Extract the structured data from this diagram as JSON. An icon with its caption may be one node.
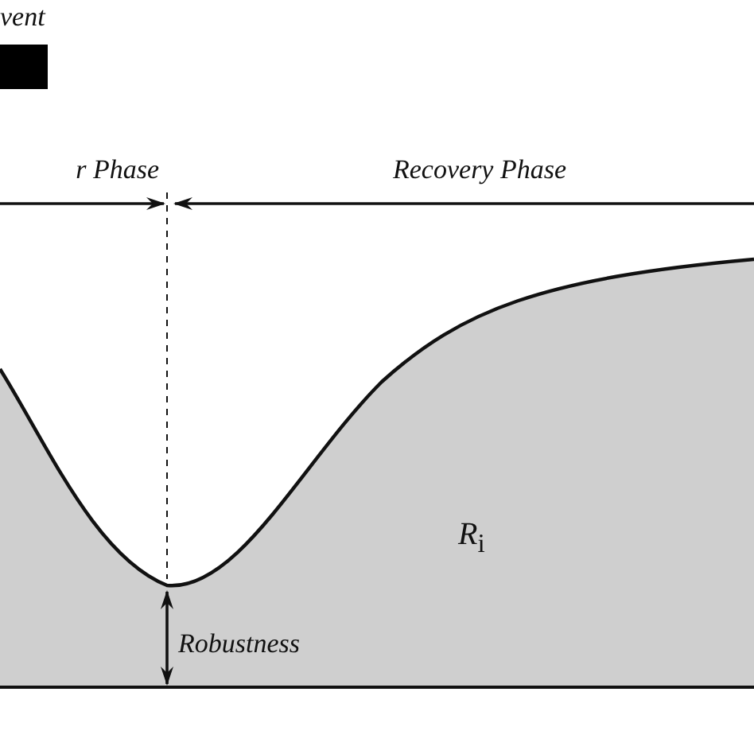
{
  "diagram": {
    "labels": [
      "vent",
      "r Phase",
      "Recovery Phase",
      "R$_{i}$",
      "Robustness"
    ]
  }
}
